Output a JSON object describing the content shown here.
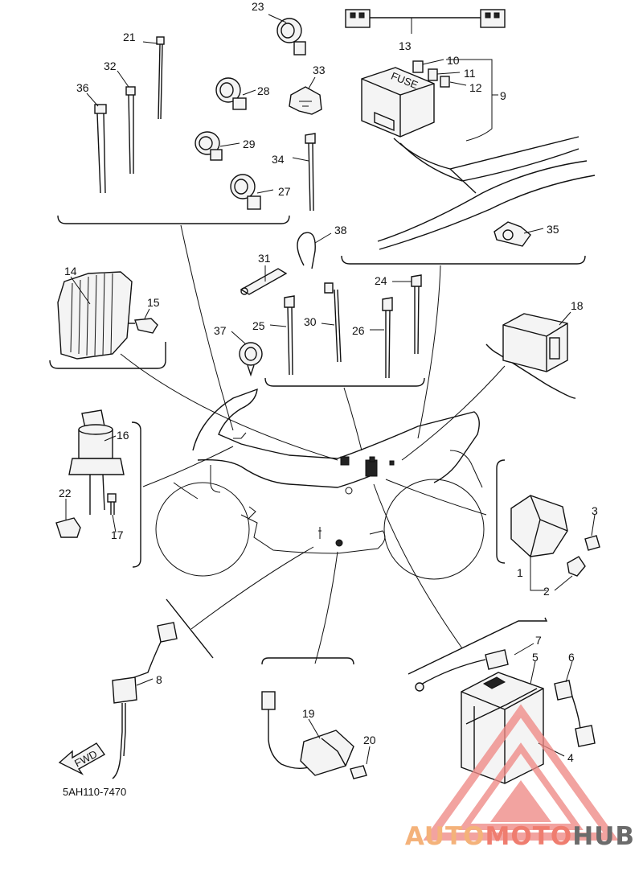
{
  "diagram_code": "5AH110-7470",
  "fwd_label": "FWD",
  "fuse_label": "FUSE",
  "brand": {
    "part1": "AUTO",
    "part2": "MOTO",
    "part3": "HUB"
  },
  "brand_colors": {
    "auto": "#f4b27a",
    "moto": "#ef7d6f",
    "hub": "#6b6b6b",
    "logo": "#ef8a86"
  },
  "part_numbers": [
    "1",
    "2",
    "3",
    "4",
    "5",
    "6",
    "7",
    "8",
    "9",
    "10",
    "11",
    "12",
    "13",
    "14",
    "15",
    "16",
    "17",
    "18",
    "19",
    "20",
    "21",
    "22",
    "23",
    "24",
    "25",
    "26",
    "27",
    "28",
    "29",
    "30",
    "31",
    "32",
    "33",
    "34",
    "35",
    "36",
    "37",
    "38"
  ]
}
